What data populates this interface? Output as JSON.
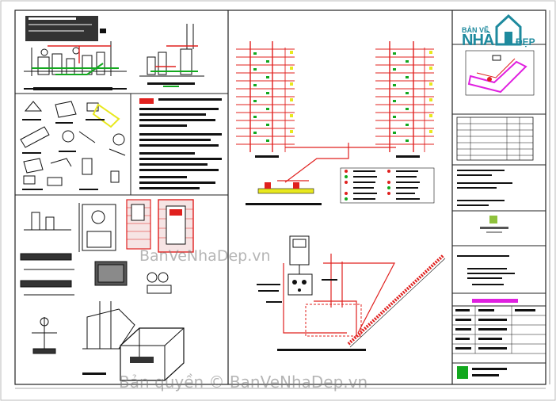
{
  "logo": {
    "line1": "BẢN VẼ",
    "line2": "NHÀ",
    "line3": "ĐẸP"
  },
  "watermark": {
    "center": "BanVeNhaDep.vn",
    "bottom": "Bản quyền © BanVeNhaDep.vn"
  },
  "colors": {
    "red": "#e0201e",
    "green": "#12a81e",
    "magenta": "#e020e0",
    "teal": "#1e8a9e",
    "black": "#111111",
    "yellow": "#e8e81e"
  }
}
